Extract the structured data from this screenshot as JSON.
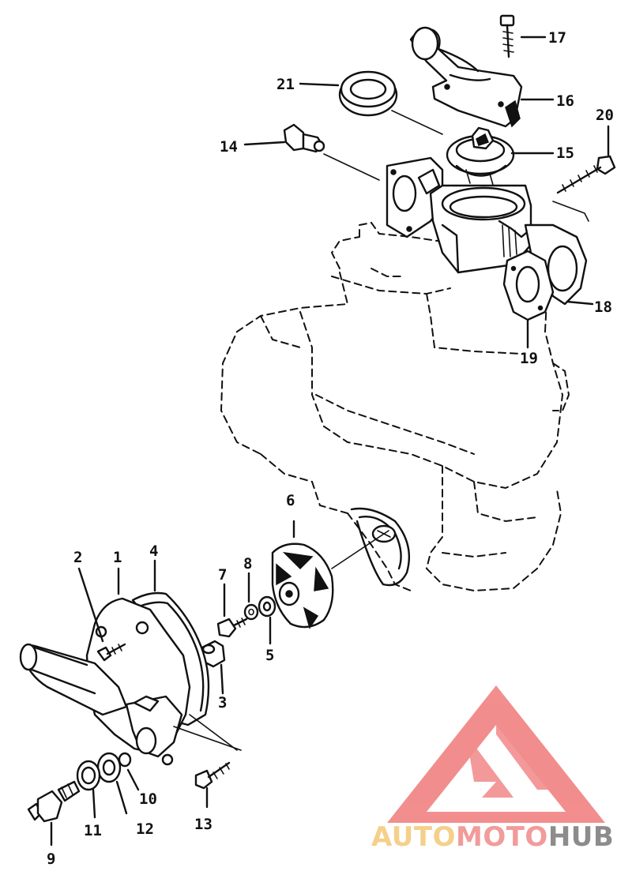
{
  "diagram": {
    "callouts": {
      "n1": "1",
      "n2": "2",
      "n3": "3",
      "n4": "4",
      "n5": "5",
      "n6": "6",
      "n7": "7",
      "n8": "8",
      "n9": "9",
      "n10": "10",
      "n11": "11",
      "n12": "12",
      "n13": "13",
      "n14": "14",
      "n15": "15",
      "n16": "16",
      "n17": "17",
      "n18": "18",
      "n19": "19",
      "n20": "20",
      "n21": "21"
    }
  },
  "watermark": {
    "part1": "AUTO",
    "part2": "MOTO",
    "part3": "HUB",
    "colors": {
      "auto": "#f5d08a",
      "moto": "#f29b9b",
      "hub": "#8c8c8c",
      "triangle": "#f07a7a"
    }
  }
}
